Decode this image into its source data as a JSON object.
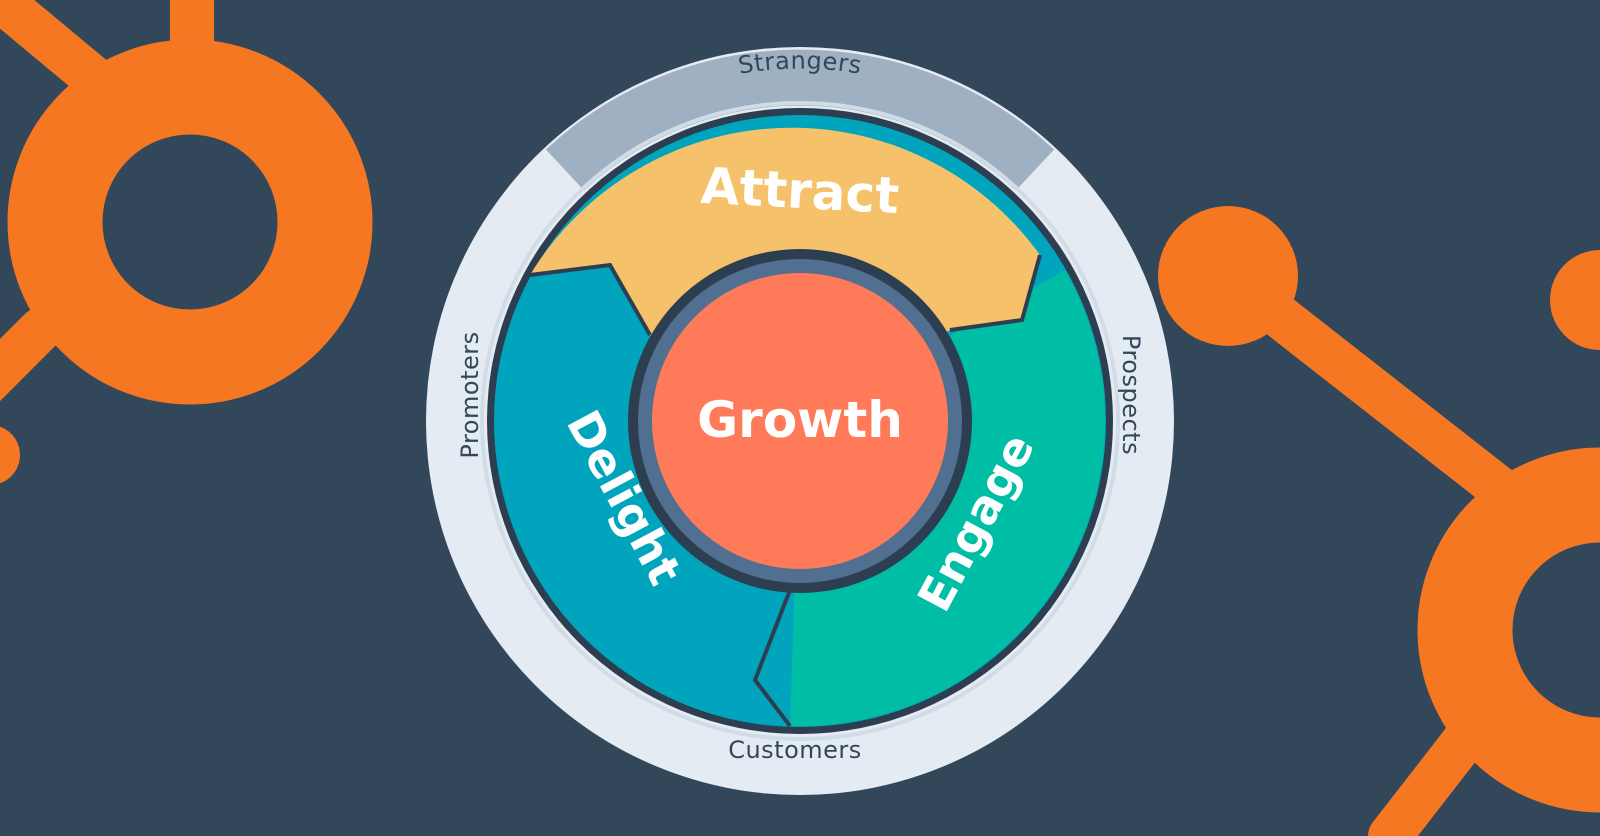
{
  "diagram": {
    "center_label": "Growth",
    "stages": [
      {
        "id": "attract",
        "label": "Attract",
        "color": "#f5c26b"
      },
      {
        "id": "engage",
        "label": "Engage",
        "color": "#00bda5"
      },
      {
        "id": "delight",
        "label": "Delight",
        "color": "#00a4bd"
      }
    ],
    "outer_labels": {
      "top": "Strangers",
      "right": "Prospects",
      "bottom": "Customers",
      "left": "Promoters"
    }
  },
  "colors": {
    "background": "#33475b",
    "brand_orange": "#f57722",
    "center": "#ff7a59",
    "outer_ring": "#cbd6e2"
  }
}
